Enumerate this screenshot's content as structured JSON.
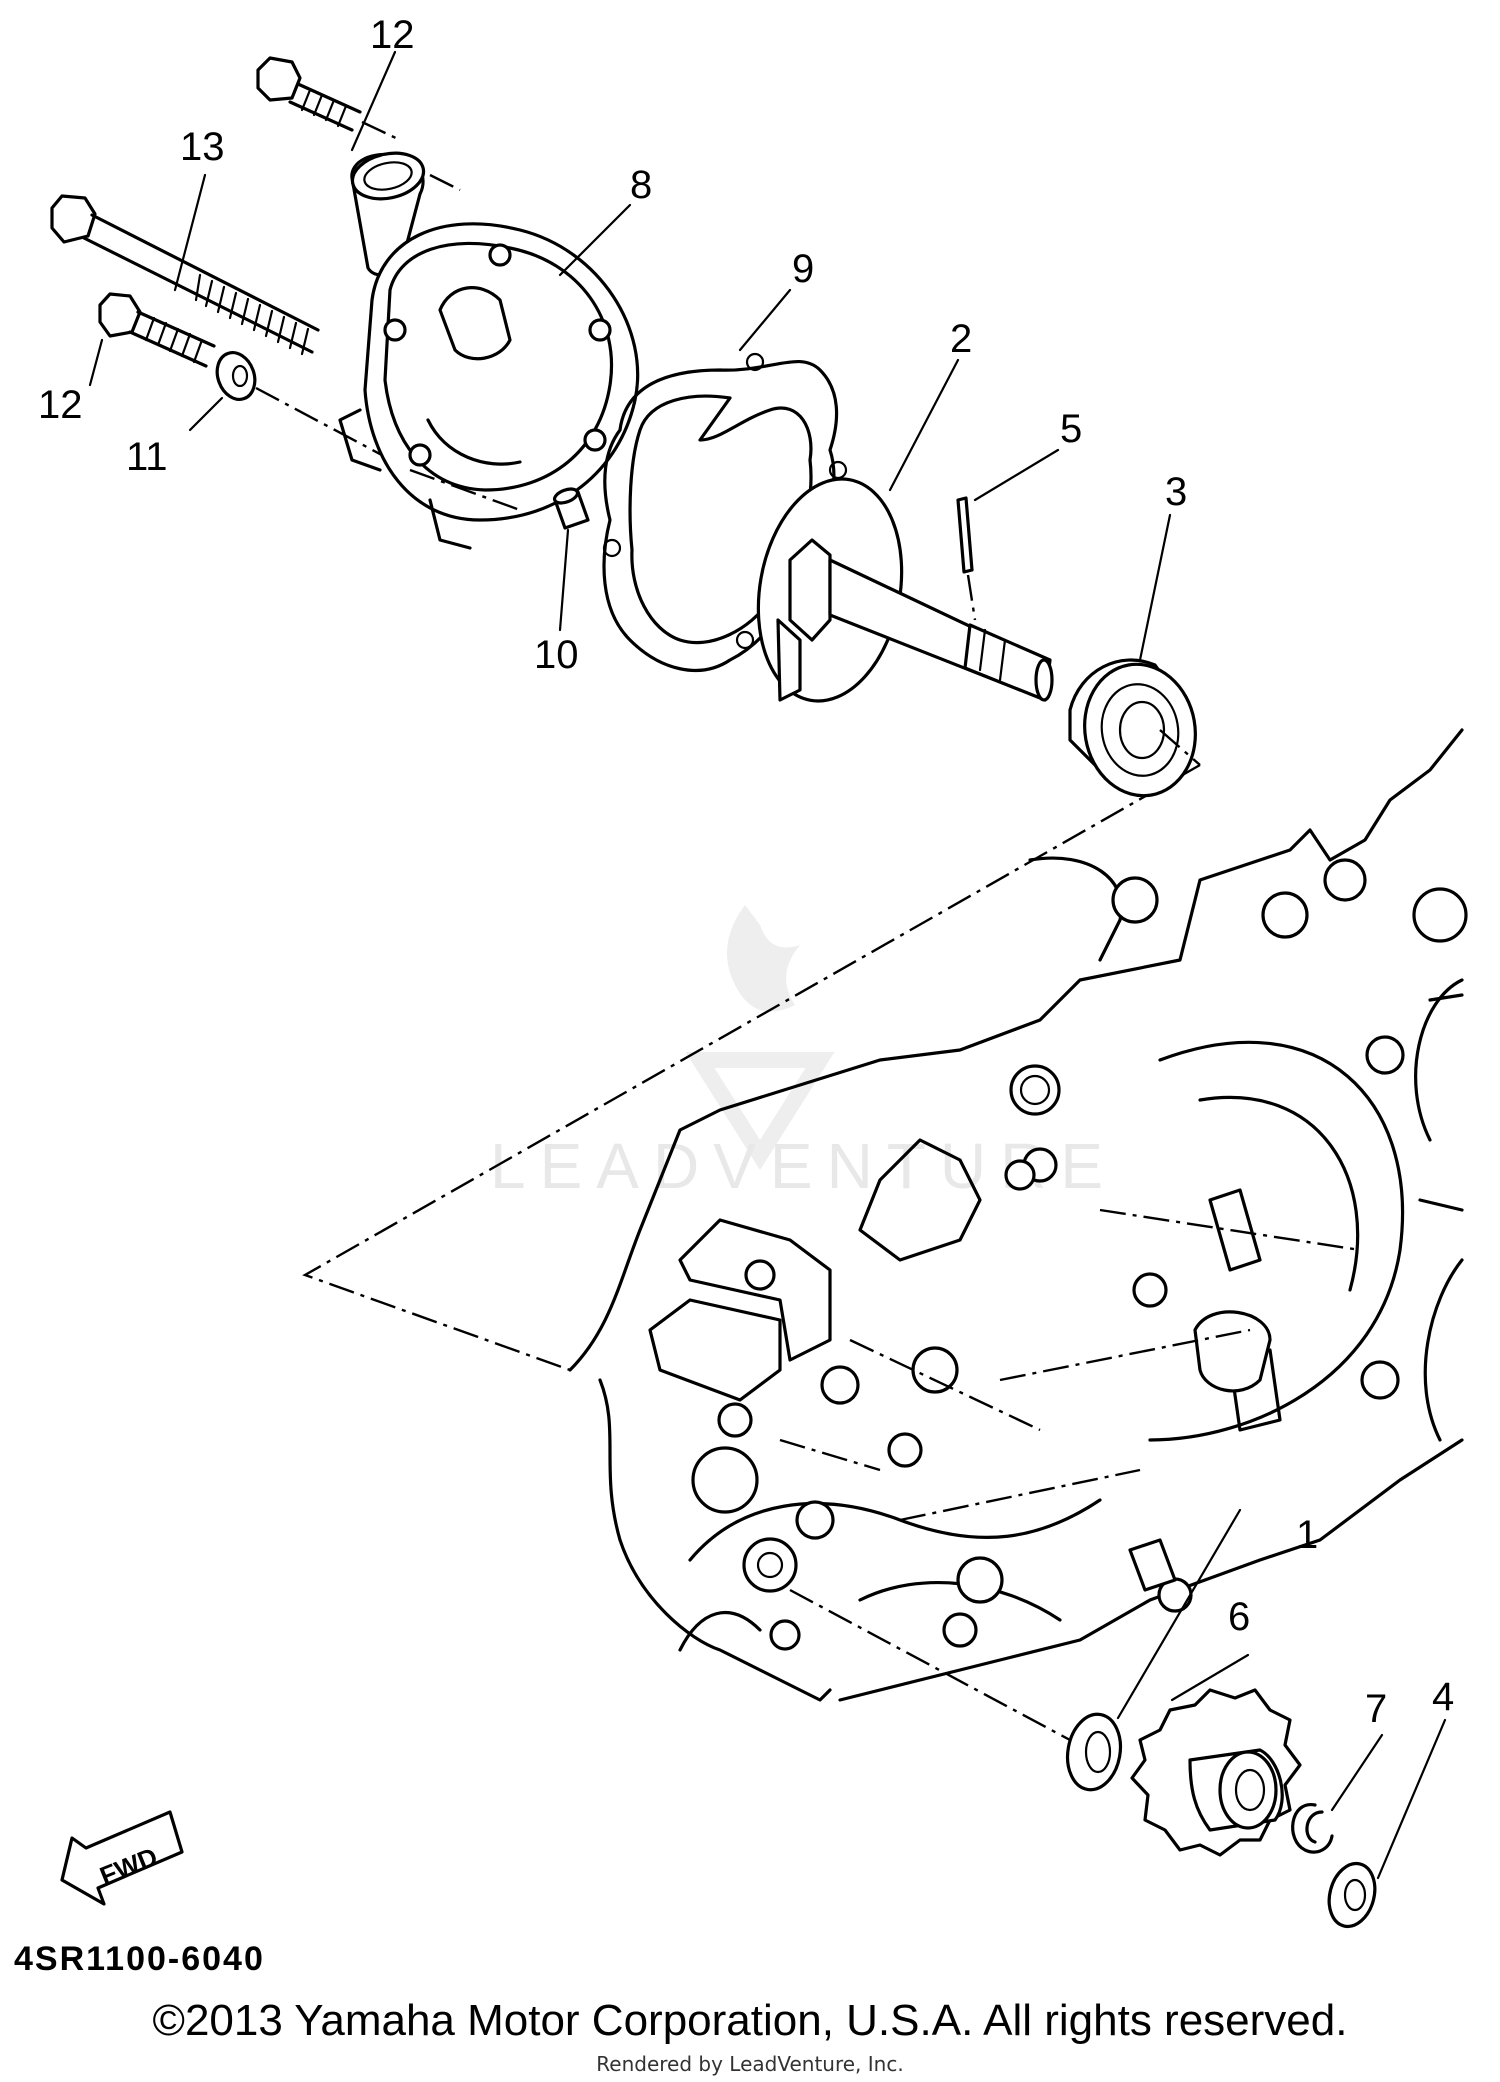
{
  "callouts": {
    "c1": "1",
    "c2": "2",
    "c3": "3",
    "c4": "4",
    "c5": "5",
    "c6": "6",
    "c7": "7",
    "c8": "8",
    "c9": "9",
    "c10": "10",
    "c11": "11",
    "c12a": "12",
    "c12b": "12",
    "c13": "13"
  },
  "fwd_label": "FWD",
  "diagram_code": "4SR1100-6040",
  "copyright": "©2013 Yamaha Motor Corporation, U.S.A. All rights reserved.",
  "rendered_by": "Rendered by LeadVenture, Inc.",
  "watermark_text": "LEADVENTURE"
}
